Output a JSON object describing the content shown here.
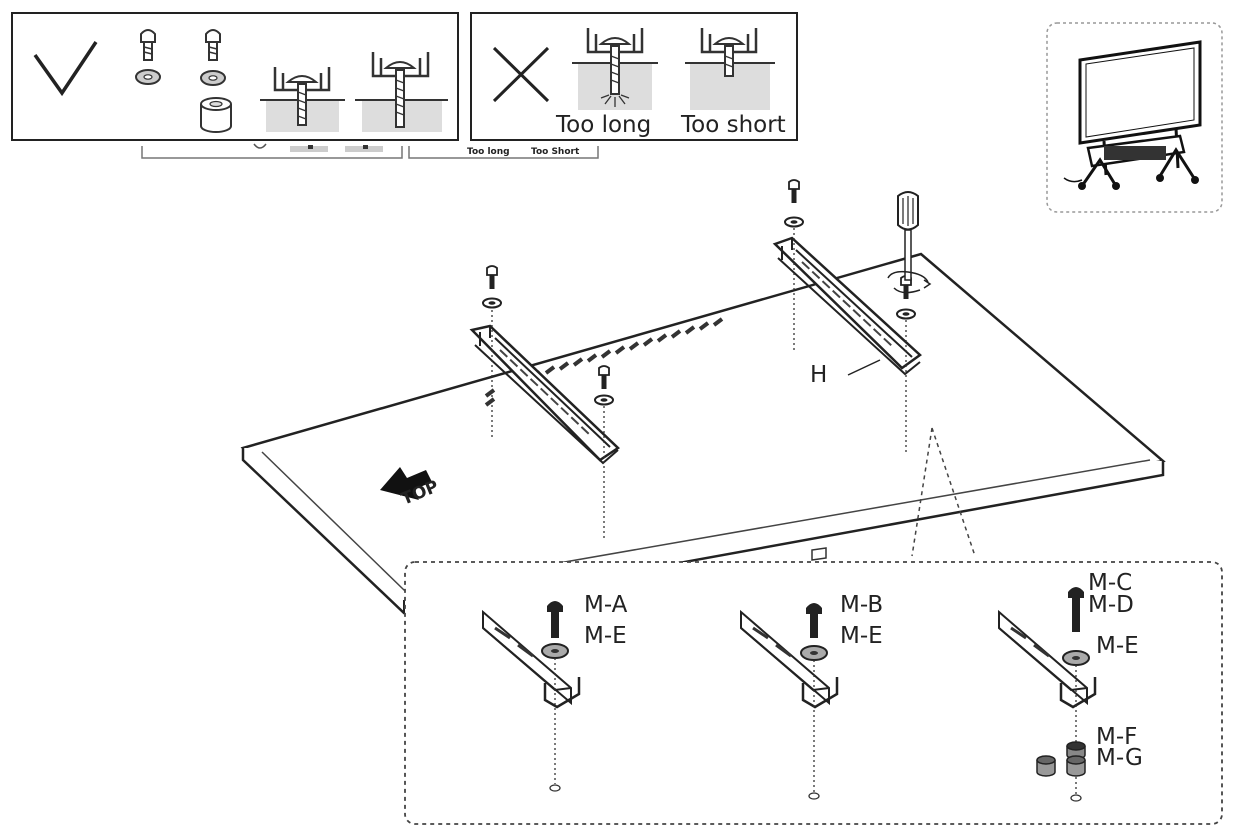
{
  "warning_panel": {
    "too_long": "Too long",
    "too_short": "Too short",
    "small_too_long": "Too long",
    "small_too_short": "Too Short"
  },
  "main": {
    "bracket_label": "H",
    "top_label": "TOP"
  },
  "detail": {
    "item1": {
      "screw": "M-A",
      "washer": "M-E"
    },
    "item2": {
      "screw": "M-B",
      "washer": "M-E"
    },
    "item3": {
      "screw_a": "M-C",
      "screw_b": "M-D",
      "washer": "M-E",
      "spacer_a": "M-F",
      "spacer_b": "M-G"
    }
  }
}
